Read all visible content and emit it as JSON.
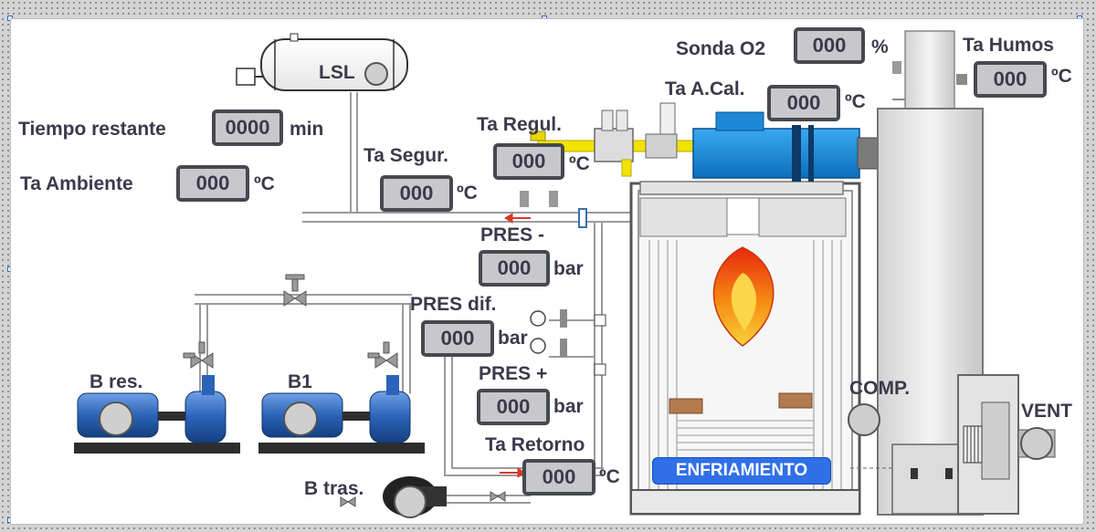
{
  "labels": {
    "tiempo_restante": "Tiempo restante",
    "ta_ambiente": "Ta Ambiente",
    "lsl": "LSL",
    "ta_segur": "Ta Segur.",
    "ta_regul": "Ta Regul.",
    "pres_minus": "PRES -",
    "pres_dif": "PRES dif.",
    "pres_plus": "PRES +",
    "ta_retorno": "Ta Retorno",
    "sonda_o2": "Sonda O2",
    "ta_humos": "Ta Humos",
    "ta_acal": "Ta A.Cal.",
    "comp": "COMP.",
    "vent": "VENT",
    "b_res": "B res.",
    "b1": "B1",
    "b_tras": "B tras."
  },
  "readouts": {
    "tiempo_restante": {
      "value": "0000",
      "unit": "min"
    },
    "ta_ambiente": {
      "value": "000",
      "unit": "ºC"
    },
    "ta_segur": {
      "value": "000",
      "unit": "ºC"
    },
    "ta_regul": {
      "value": "000",
      "unit": "ºC"
    },
    "pres_minus": {
      "value": "000",
      "unit": "bar"
    },
    "pres_dif": {
      "value": "000",
      "unit": "bar"
    },
    "pres_plus": {
      "value": "000",
      "unit": "bar"
    },
    "ta_retorno": {
      "value": "000",
      "unit": "ºC"
    },
    "sonda_o2": {
      "value": "000",
      "unit": "%"
    },
    "ta_humos": {
      "value": "000",
      "unit": "ºC"
    },
    "ta_acal": {
      "value": "000",
      "unit": "ºC"
    }
  },
  "status": {
    "mode": "ENFRIAMIENTO"
  },
  "colors": {
    "status_badge": "#2f6fe8",
    "burner_body": "#1a8fe0",
    "gas_line": "#f2e200",
    "flame": "#f47a12",
    "pump": "#2a63b8",
    "readout_bg": "#c8c8cc",
    "readout_border": "#46494f"
  },
  "icons": [
    "tank",
    "valve",
    "flame",
    "pump",
    "pressure-gauge",
    "flow-arrow",
    "fan",
    "burner",
    "chimney"
  ]
}
